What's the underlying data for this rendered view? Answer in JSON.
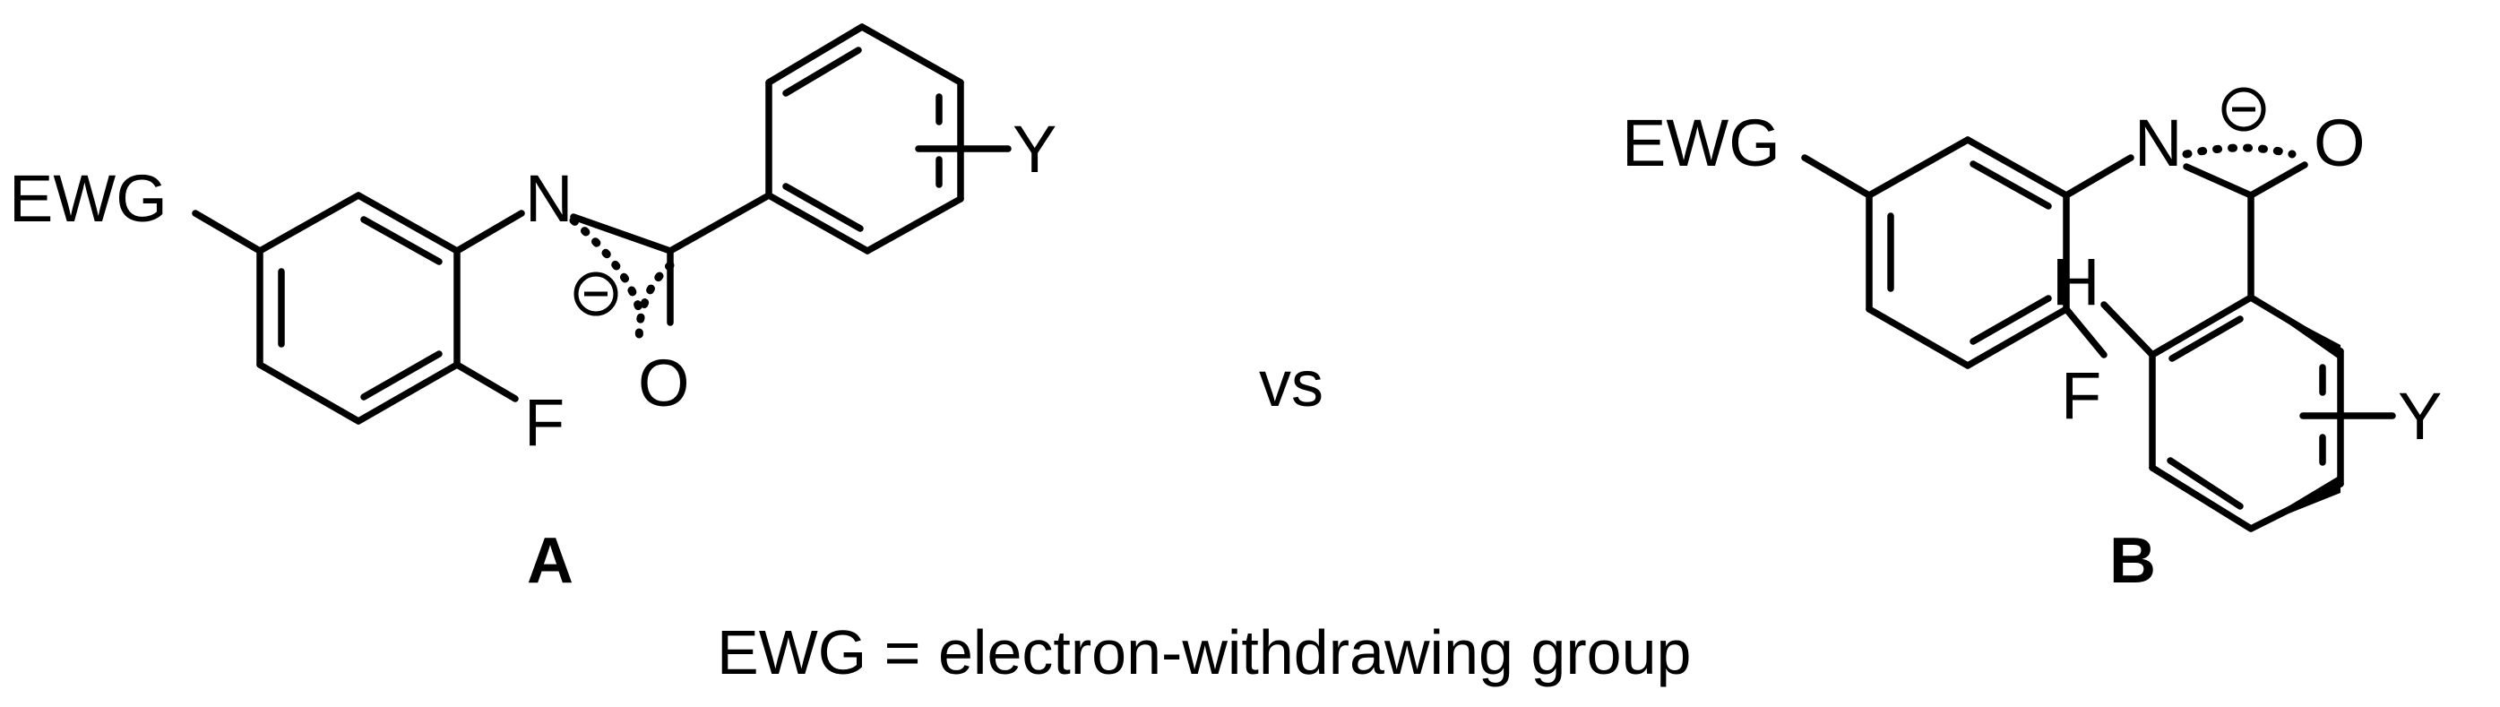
{
  "structure_a": {
    "label": "A",
    "atoms": {
      "ewg": "EWG",
      "n": "N",
      "o": "O",
      "f": "F",
      "y": "Y"
    }
  },
  "structure_b": {
    "label": "B",
    "atoms": {
      "ewg": "EWG",
      "n": "N",
      "o": "O",
      "f": "F",
      "h": "H",
      "y": "Y"
    }
  },
  "comparison_word": "vs",
  "footnote": "EWG = electron-withdrawing group"
}
